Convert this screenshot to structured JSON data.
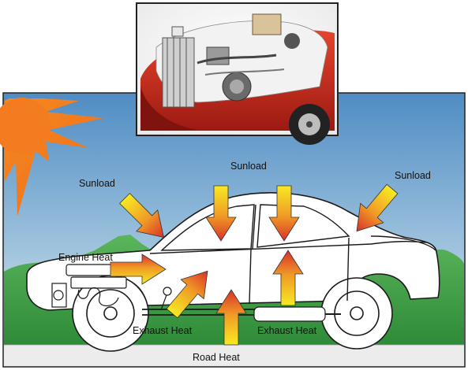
{
  "labels": {
    "sunload_center": "Sunload",
    "sunload_left": "Sunload",
    "sunload_right": "Sunload",
    "engine_heat": "Engine Heat",
    "exhaust_heat_left": "Exhaust Heat",
    "exhaust_heat_right": "Exhaust Heat",
    "road_heat": "Road Heat"
  },
  "colors": {
    "sky_top": "#5b94c8",
    "sky_bottom": "#dbe9ee",
    "grass": "#3e9a43",
    "sun": "#f07a1e",
    "arrow_yellow": "#f6e21a",
    "arrow_red": "#d8352a",
    "inset_car_red": "#c9281c"
  },
  "inset": {
    "icon": "car-engine-cutaway-photo"
  }
}
